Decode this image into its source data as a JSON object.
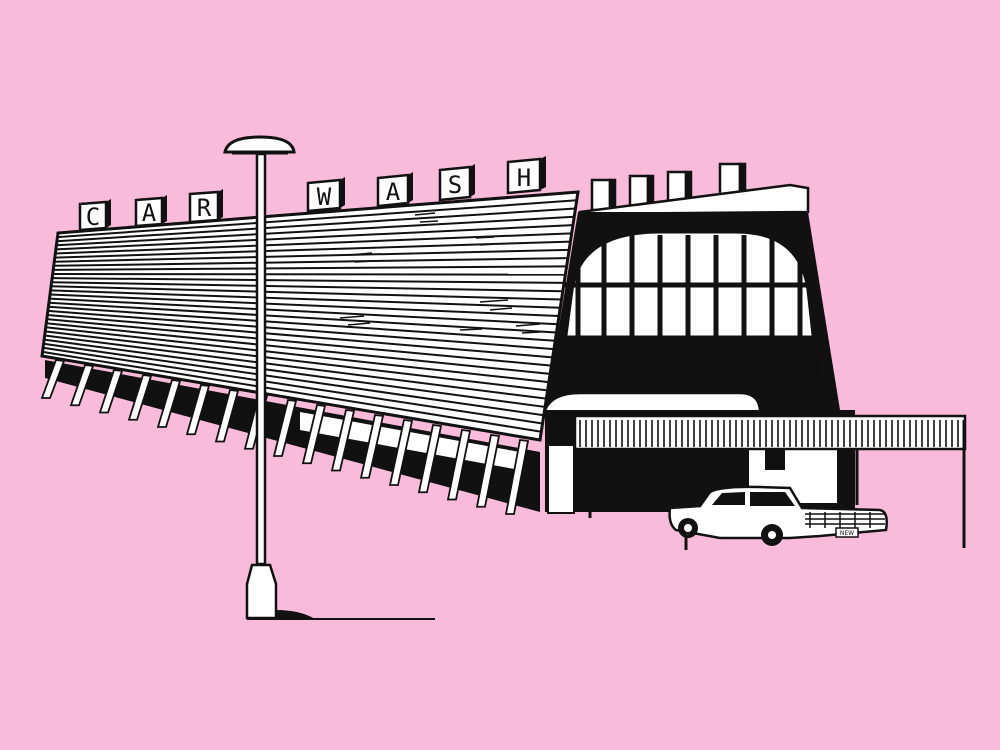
{
  "scene": {
    "title": "",
    "colors": {
      "background": "#F8BBD9",
      "ink": "#111111",
      "paper": "#FFFFFF"
    }
  },
  "sign": {
    "letters": [
      "C",
      "A",
      "R",
      "W",
      "A",
      "S",
      "H"
    ]
  },
  "plate": {
    "text": "NEW"
  }
}
